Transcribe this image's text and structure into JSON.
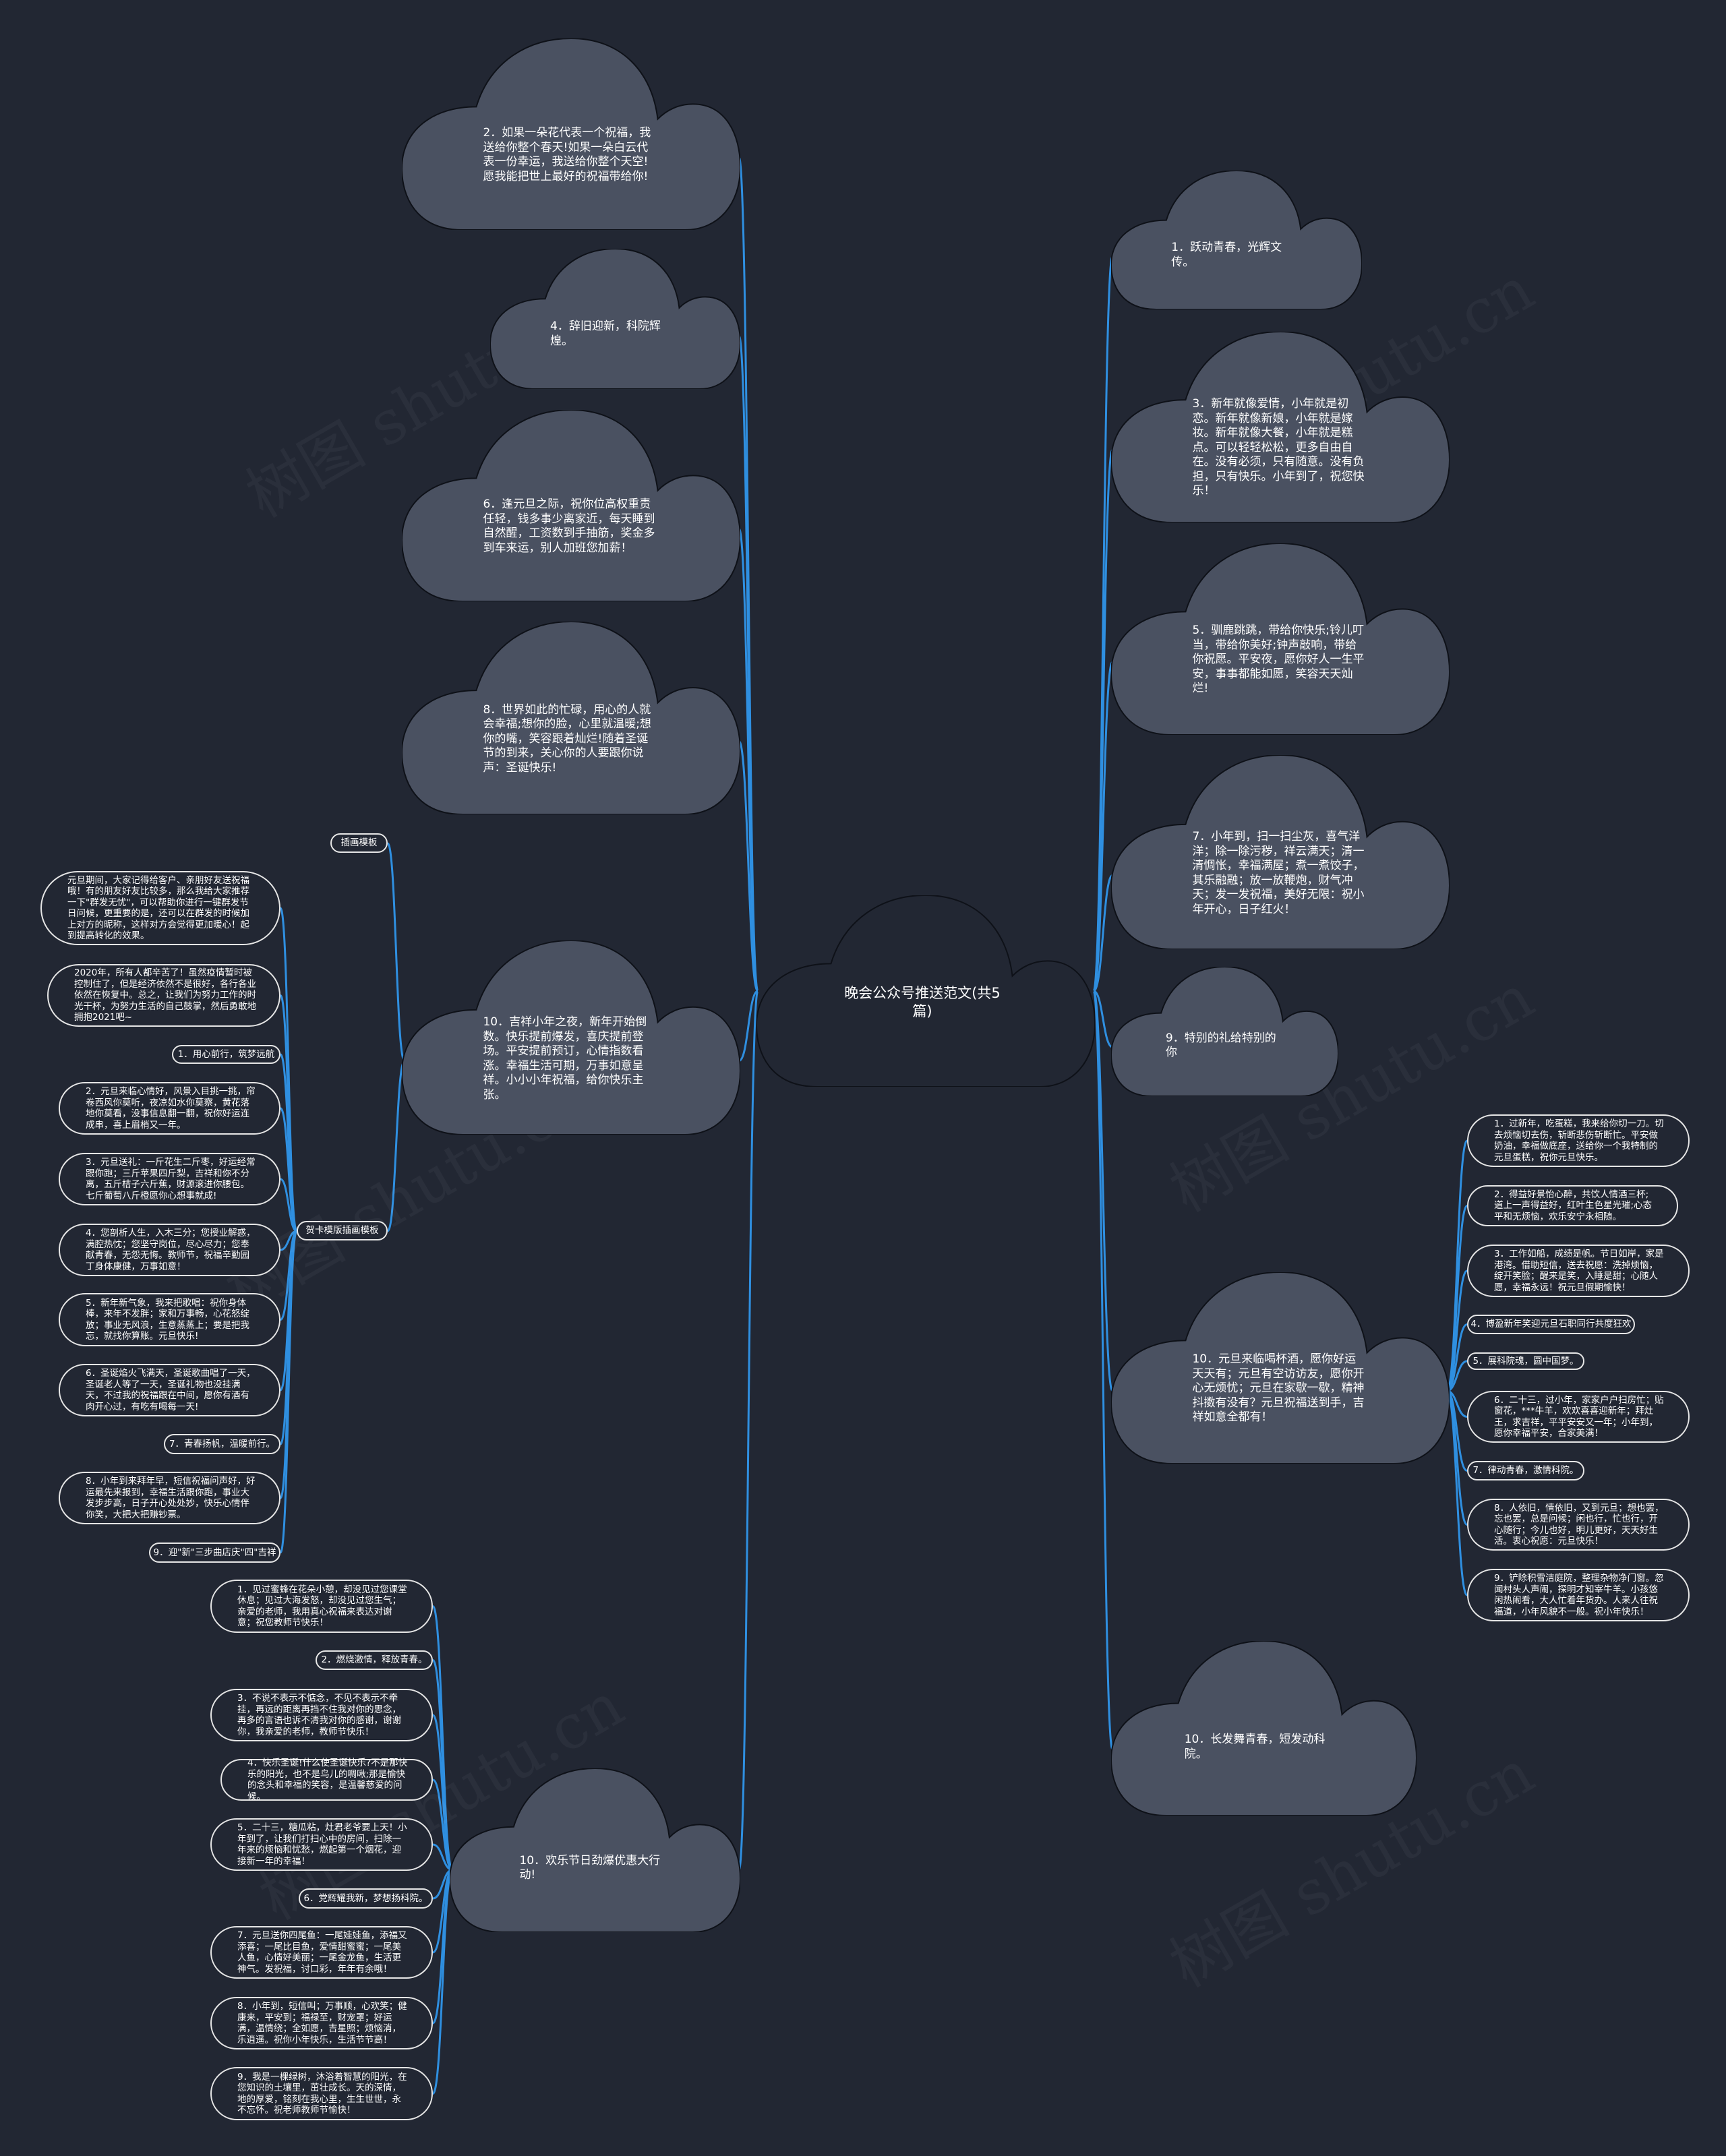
{
  "title": "晚会公众号推送范文(共5篇)",
  "watermark": "树图 shutu.cn",
  "left_clouds": [
    "2．如果一朵花代表一个祝福，我送给你整个春天!如果一朵白云代表一份幸运，我送给你整个天空!愿我能把世上最好的祝福带给你!",
    "4．辞旧迎新，科院辉煌。",
    "6．逢元旦之际，祝你位高权重责任轻，钱多事少离家近，每天睡到自然醒，工资数到手抽筋，奖金多到车来运，别人加班您加薪！",
    "8．世界如此的忙碌，用心的人就会幸福;想你的脸，心里就温暖;想你的嘴，笑容跟着灿烂!随着圣诞节的到来，关心你的人要跟你说声：圣诞快乐!",
    "10．吉祥小年之夜，新年开始倒数。快乐提前爆发，喜庆提前登场。平安提前预订，心情指数看涨。幸福生活可期，万事如意呈祥。小小小年祝福，给你快乐主张。",
    "10．欢乐节日劲爆优惠大行动!"
  ],
  "right_clouds": [
    "1．跃动青春，光辉文传。",
    "3．新年就像爱情，小年就是初恋。新年就像新娘，小年就是嫁妆。新年就像大餐，小年就是糕点。可以轻轻松松，更多自由自在。没有必须，只有随意。没有负担，只有快乐。小年到了，祝您快乐！",
    "5．驯鹿跳跳，带给你快乐;铃儿叮当，带给你美好;钟声敲响，带给你祝愿。平安夜，愿你好人一生平安，事事都能如愿，笑容天天灿烂!",
    "7．小年到，扫一扫尘灰，喜气洋洋；除一除污秽，祥云满天；清一清惆怅，幸福满屋；煮一煮饺子，其乐融融；放一放鞭炮，财气冲天；发一发祝福，美好无限：祝小年开心，日子红火！",
    "9．特别的礼给特别的你",
    "10．元旦来临喝杯酒，愿你好运天天有；元旦有空访访友，愿你开心无烦忧；元旦在家歇一歇，精神抖擞有没有？元旦祝福送到手，吉祥如意全都有！",
    "10．长发舞青春，短发动科院。"
  ],
  "branch_a": {
    "label_top": "插画模板",
    "label": "贺卡模版插画模板",
    "items": [
      "元旦期间，大家记得给客户、亲朋好友送祝福哦！有的朋友好友比较多，那么我给大家推荐一下\"群发无忧\"，可以帮助你进行一键群发节日问候，更重要的是，还可以在群发的时候加上对方的昵称，这样对方会觉得更加暖心！起到提高转化的效果。",
      "2020年，所有人都辛苦了！虽然疫情暂时被控制住了，但是经济依然不是很好，各行各业依然在恢复中。总之，让我们为努力工作的时光干杯，为努力生活的自己鼓掌，然后勇敢地拥抱2021吧~",
      "1．用心前行，筑梦远航",
      "2．元旦来临心情好，风景入目挑一挑，帘卷西风你莫听，夜凉如水你莫察，黄花落地你莫看，没事信息翻一翻，祝你好运连成串，喜上眉梢又一年。",
      "3．元旦送礼：一斤花生二斤枣，好运经常跟你跑；三斤苹果四斤梨，吉祥和你不分离，五斤桔子六斤蕉，财源滚进你腰包。七斤葡萄八斤橙愿你心想事就成!",
      "4．您剖析人生，入木三分；您授业解惑，满腔热忱；您坚守岗位，尽心尽力；您奉献青春，无怨无悔。教师节，祝福辛勤园丁身体康健，万事如意！",
      "5．新年新气象，我来把歌唱：祝你身体棒，来年不发胖；家和万事畅，心花怒绽放；事业无风浪，生意蒸蒸上；要是把我忘，就找你算账。元旦快乐!",
      "6．圣诞焰火飞满天，圣诞歌曲唱了一天，圣诞老人等了一天，圣诞礼物也没挂满天，不过我的祝福跟在中间，愿你有酒有肉开心过，有吃有喝每一天!",
      "7．青春扬帆，温暖前行。",
      "8．小年到来拜年早，短信祝福问声好，好运最先来报到，幸福生活跟你跑，事业大发步步高，日子开心处处妙，快乐心情伴你笑，大把大把赚钞票。",
      "9．迎\"新\"三步曲店庆\"四\"吉祥"
    ]
  },
  "right_items": [
    "1．过新年，吃蛋糕，我来给你切一刀。切去烦恼切去伤，斩断悲伤斩断忙。平安做奶油，幸福做底座，送给你一个我特制的元旦蛋糕，祝你元旦快乐。",
    "2．得益好景怡心醉，共饮人情酒三杯;道上一声得益好，红叶生色星光璀;心态平和无烦恼，欢乐安宁永相随。",
    "3．工作如船，成绩是帆。节日如岸，家是港湾。借助短信，送去祝愿：洗掉烦恼，绽开笑脸；醒来是笑，入睡是甜；心随人愿，幸福永远！祝元旦假期愉快！",
    "4．博盈新年笑迎元旦石职同行共度狂欢",
    "5．展科院魂，圆中国梦。",
    "6．二十三，过小年，家家户户扫房忙；贴窗花，***牛羊，欢欢喜喜迎新年；拜灶王，求吉祥，平平安安又一年；小年到，愿你幸福平安，合家美满！",
    "7．律动青春，激情科院。",
    "8．人依旧，情依旧，又到元旦；想也罢，忘也罢，总是问候；闲也行，忙也行，开心随行；今儿也好，明儿更好，天天好生活。衷心祝愿：元旦快乐！",
    "9．铲除积雪洁庭院，整理杂物净门窗。忽闻村头人声闹，探明才知宰牛羊。小孩悠闲热闹看，大人忙着年货办。人来人往祝福道，小年风貌不一般。祝小年快乐！"
  ],
  "bottom_items": [
    "1．见过蜜蜂在花朵小憩，却没见过您课堂休息；见过大海发怒，却没见过您生气；亲爱的老师，我用真心祝福来表达对谢意；祝您教师节快乐！",
    "2．燃烧激情，释放青春。",
    "3．不说不表示不惦念，不见不表示不牵挂，再远的距离再挡不住我对你的思念，再多的言语也诉不清我对你的感谢，谢谢你，我亲爱的老师，教师节快乐！",
    "4．快乐圣诞!什么使圣诞快乐?不是那快乐的阳光，也不是鸟儿的啁啾;那是愉快的念头和幸福的笑容，是温馨慈爱的问候。",
    "5．二十三，糖瓜粘，灶君老爷要上天！小年到了，让我们打扫心中的房间，扫除一年来的烦恼和忧愁，燃起第一个烟花，迎接新一年的幸福！",
    "6．党辉耀我新，梦想扬科院。",
    "7．元旦送你四尾鱼：一尾娃娃鱼，添福又添喜；一尾比目鱼，爱情甜蜜蜜；一尾美人鱼，心情好美丽；一尾金龙鱼，生活更神气。发祝福，讨口彩，年年有余哦！",
    "8．小年到，短信叫；万事顺，心欢笑；健康来，平安到；福禄至，财宠罩；好运满，温情绕；全如愿，吉星照；烦恼消，乐逍遥。祝你小年快乐，生活节节高！",
    "9．我是一棵绿树，沐浴着智慧的阳光，在您知识的土壤里，茁壮成长。天的深情，地的厚爱，铭刻在我心里，生生世世，永不忘怀。祝老师教师节愉快！"
  ]
}
